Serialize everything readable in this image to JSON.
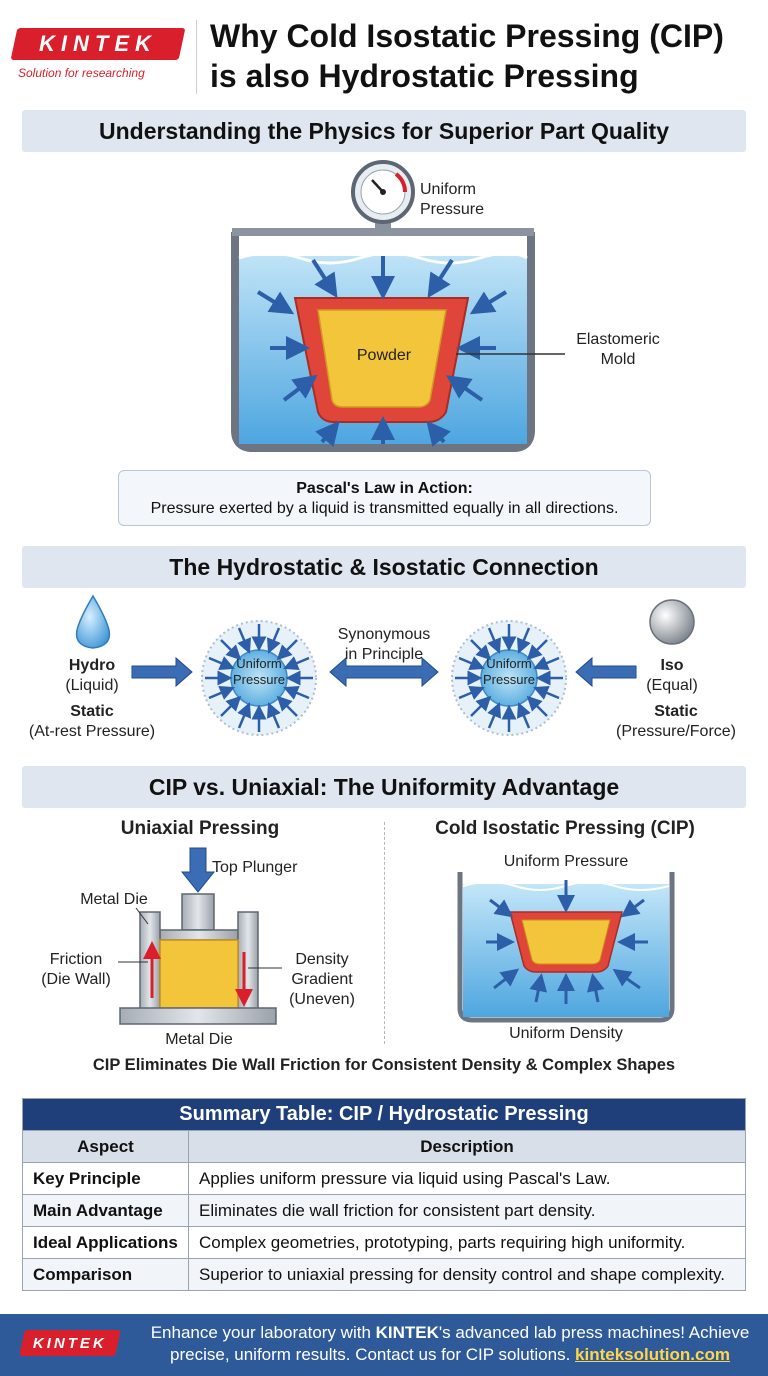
{
  "brand": {
    "name": "KINTEK",
    "tagline": "Solution for researching"
  },
  "title": {
    "line1": "Why Cold Isostatic Pressing (CIP)",
    "line2": "is also Hydrostatic Pressing"
  },
  "section1": {
    "heading": "Understanding the Physics for Superior Part Quality",
    "gauge_label_1": "Uniform",
    "gauge_label_2": "Pressure",
    "powder_label": "Powder",
    "mold_label_1": "Elastomeric",
    "mold_label_2": "Mold",
    "callout_title": "Pascal's Law in Action:",
    "callout_text": "Pressure exerted by a liquid is transmitted equally in all directions."
  },
  "section2": {
    "heading": "The Hydrostatic & Isostatic Connection",
    "hydro": "Hydro",
    "hydro_sub": "(Liquid)",
    "static_left": "Static",
    "static_left_sub": "(At-rest Pressure)",
    "circle_label_1": "Uniform",
    "circle_label_2": "Pressure",
    "synonymous_1": "Synonymous",
    "synonymous_2": "in Principle",
    "iso": "Iso",
    "iso_sub": "(Equal)",
    "static_right": "Static",
    "static_right_sub": "(Pressure/Force)"
  },
  "section3": {
    "heading": "CIP vs. Uniaxial: The Uniformity Advantage",
    "uniaxial_title": "Uniaxial Pressing",
    "top_plunger": "Top Plunger",
    "metal_die_top": "Metal Die",
    "friction_1": "Friction",
    "friction_2": "(Die Wall)",
    "density_1": "Density",
    "density_2": "Gradient",
    "density_3": "(Uneven)",
    "metal_die_bottom": "Metal Die",
    "cip_title": "Cold Isostatic Pressing (CIP)",
    "cip_uniform_pressure": "Uniform Pressure",
    "cip_uniform_density": "Uniform Density",
    "conclusion": "CIP Eliminates Die Wall Friction for Consistent Density & Complex Shapes"
  },
  "table": {
    "title": "Summary Table: CIP / Hydrostatic Pressing",
    "col1": "Aspect",
    "col2": "Description",
    "rows": [
      {
        "key": "Key Principle",
        "value": "Applies uniform pressure via liquid using Pascal's Law."
      },
      {
        "key": "Main Advantage",
        "value": "Eliminates die wall friction for consistent part density."
      },
      {
        "key": "Ideal Applications",
        "value": "Complex geometries, prototyping, parts requiring high uniformity."
      },
      {
        "key": "Comparison",
        "value": "Superior to uniaxial pressing for density control and shape complexity."
      }
    ]
  },
  "footer": {
    "part1": "Enhance your laboratory with ",
    "brand": "KINTEK",
    "part2": "'s advanced lab press machines! Achieve precise, uniform results. Contact us for CIP solutions. ",
    "link": "kinteksolution.com"
  },
  "colors": {
    "brand_red": "#d91f2b",
    "water_blue": "#5fb3e8",
    "mold_red": "#e0453a",
    "powder_yellow": "#f2c53a",
    "arrow_blue": "#3a6db3",
    "navy": "#1f3f7a"
  }
}
